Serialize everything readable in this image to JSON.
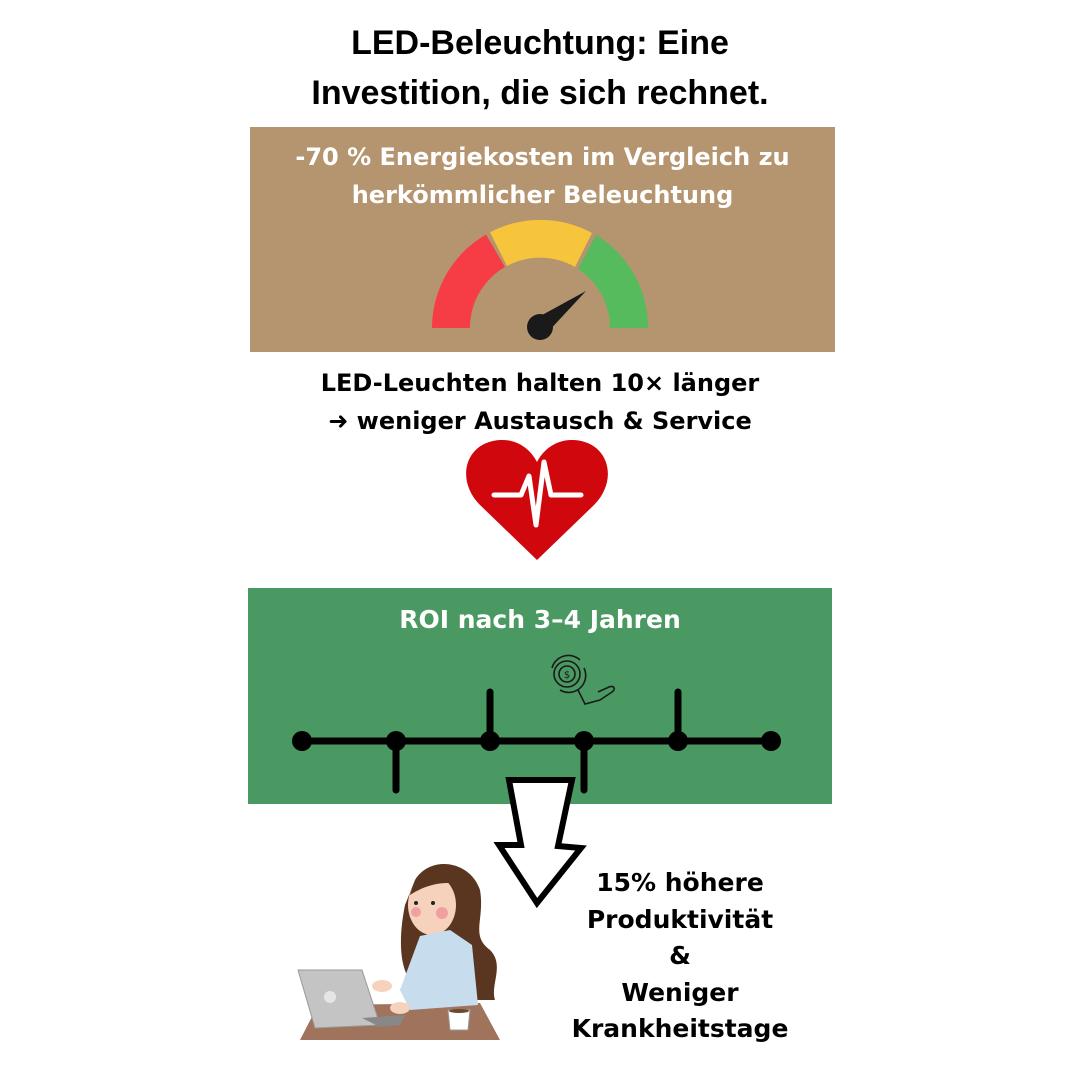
{
  "title": {
    "line1": "LED-Beleuchtung: Eine",
    "line2": "Investition, die sich rechnet."
  },
  "energy": {
    "line1": "-70 % Energiekosten im Vergleich zu",
    "line2": "herkömmlicher Beleuchtung",
    "bg_color": "#b5956f",
    "icon": "speedometer-gauge-icon"
  },
  "lifetime": {
    "line1": "LED-Leuchten halten 10× länger",
    "line2": "➜ weniger Austausch & Service",
    "icon": "heart-pulse-icon",
    "icon_color": "#d0070d"
  },
  "roi": {
    "label": "ROI nach 3–4 Jahren",
    "bg_color": "#4b9962",
    "icon": "money-return-hand-icon"
  },
  "productivity": {
    "line1": "15% höhere",
    "line2": "Produktivität",
    "line3": "&",
    "line4": "Weniger",
    "line5": "Krankheitstage",
    "illustration": "woman-at-laptop-illustration"
  }
}
